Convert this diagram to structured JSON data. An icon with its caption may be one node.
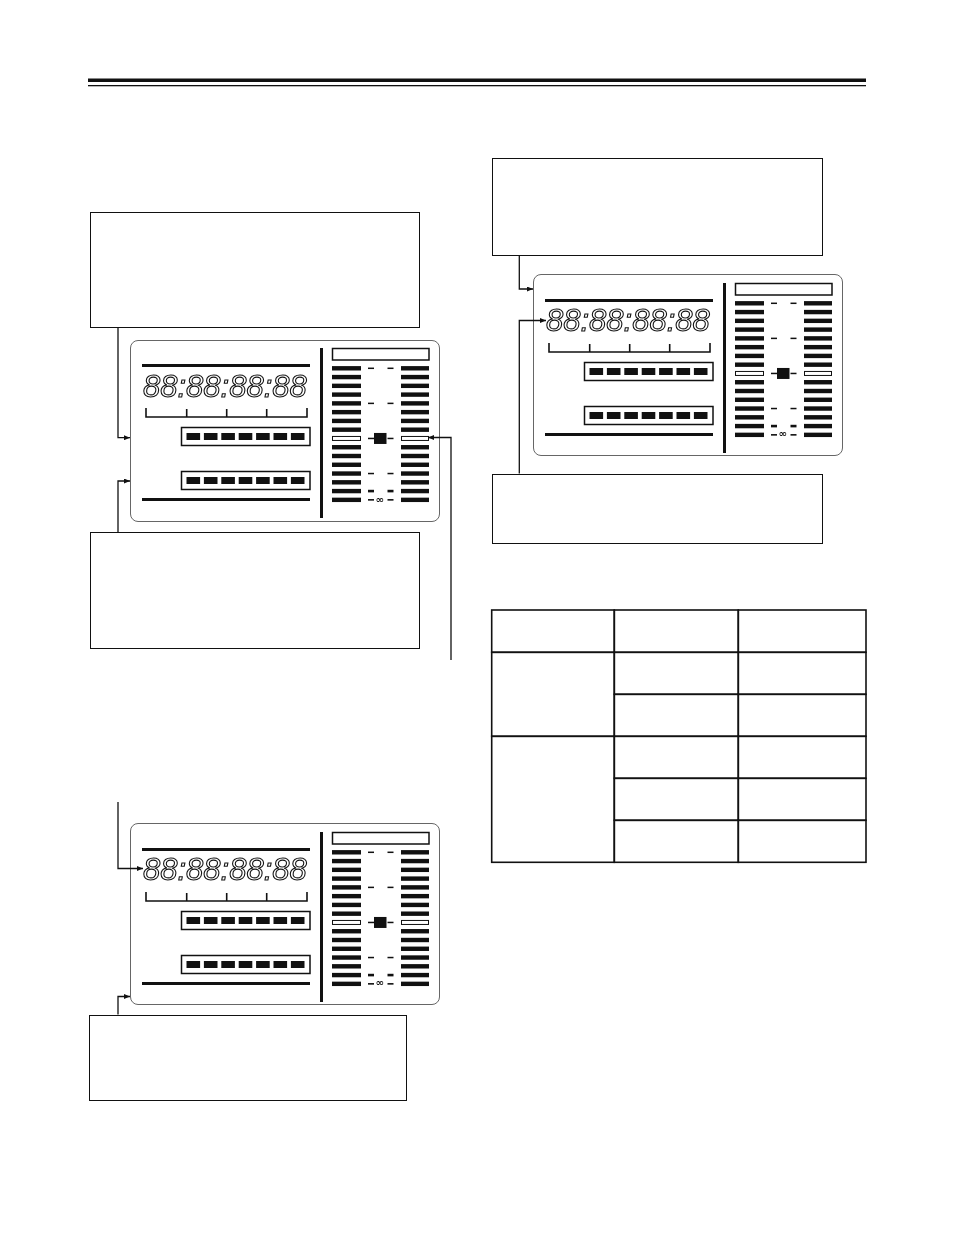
{
  "diagram": {
    "nodes": [
      {
        "text": [],
        "shape": "box"
      },
      {
        "text": [],
        "shape": "picture"
      },
      {
        "text": [],
        "shape": "bar",
        "in": 1
      },
      {
        "text": [],
        "shape": "box"
      },
      {
        "text": [],
        "shape": "picture"
      },
      {
        "text": [
          "88:88:88:88"
        ],
        "in": 4
      },
      {
        "text": [],
        "shape": "box"
      },
      {
        "text": [],
        "shape": "box"
      },
      {
        "text": [],
        "shape": "picture"
      },
      {
        "text": [
          "88:88:88:88"
        ],
        "in": 8
      },
      {
        "text": [],
        "shape": "box"
      }
    ],
    "edges": [
      {
        "from": 0,
        "to": 1,
        "arrow": "to"
      },
      {
        "from": 3,
        "to": 1,
        "arrow": "to"
      },
      {
        "from": null,
        "to": 2,
        "arrow": "to"
      },
      {
        "from": null,
        "to": 5,
        "arrow": "to"
      },
      {
        "from": 6,
        "to": 4,
        "arrow": "to"
      },
      {
        "from": 7,
        "to": 8,
        "arrow": "to"
      },
      {
        "from": 10,
        "to": 9,
        "arrow": "to"
      }
    ],
    "labels": [
      "88:88:88:88",
      "∞",
      "∞",
      "∞"
    ]
  }
}
